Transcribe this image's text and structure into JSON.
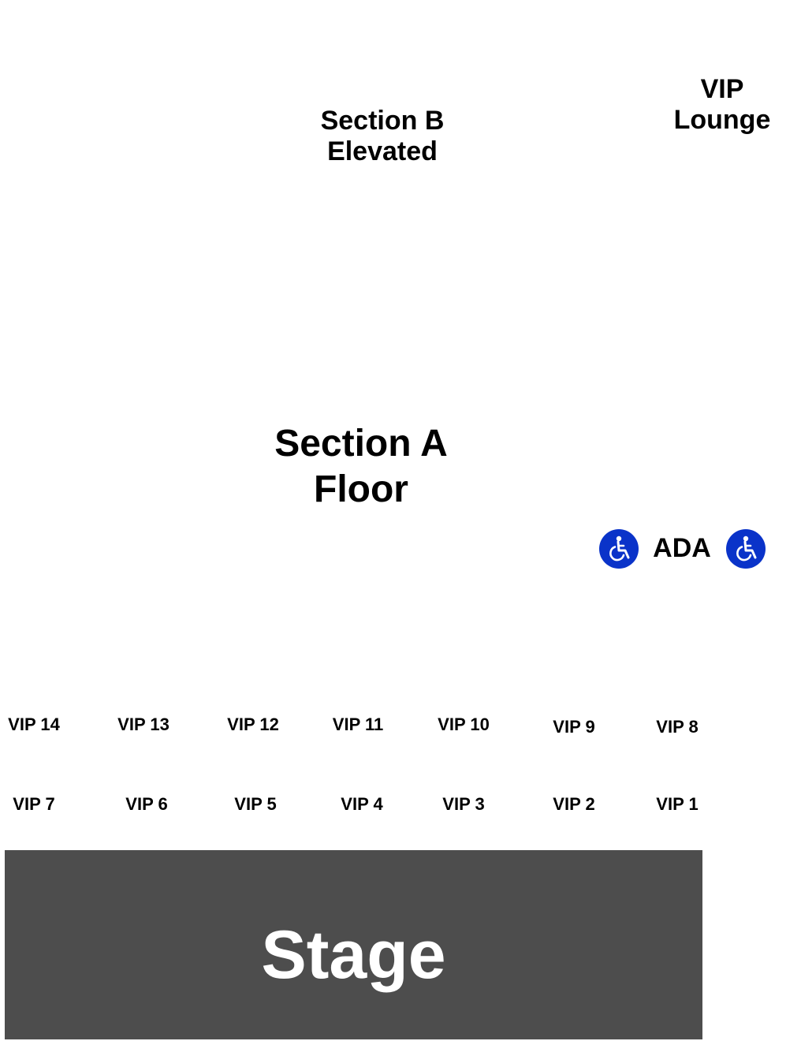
{
  "colors": {
    "background": "#ffffff",
    "text": "#000000",
    "stage": "#4d4d4d",
    "stage_text": "#ffffff",
    "ada_icon": "#0a33c9"
  },
  "sections": {
    "vip_lounge": [
      "VIP",
      "Lounge"
    ],
    "section_b": [
      "Section B",
      "Elevated"
    ],
    "section_a": [
      "Section A",
      "Floor"
    ]
  },
  "ada": {
    "label": "ADA",
    "icon": "wheelchair-icon"
  },
  "vip_boxes": {
    "upper": [
      "VIP 14",
      "VIP 13",
      "VIP 12",
      "VIP 11",
      "VIP 10",
      "VIP 9",
      "VIP 8"
    ],
    "lower": [
      "VIP 7",
      "VIP 6",
      "VIP 5",
      "VIP 4",
      "VIP 3",
      "VIP 2",
      "VIP 1"
    ]
  },
  "stage": {
    "label": "Stage"
  }
}
